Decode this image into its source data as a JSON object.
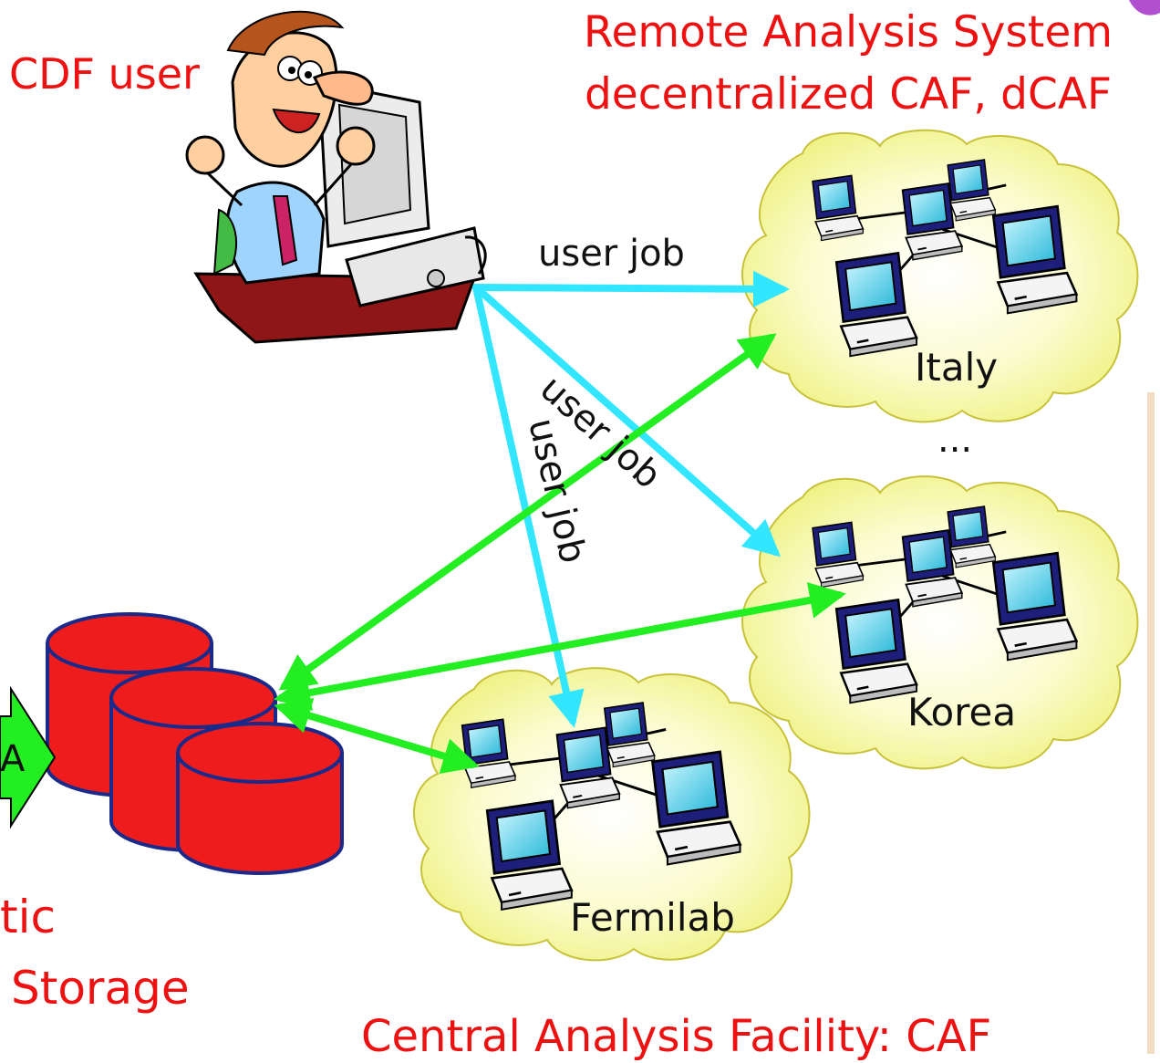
{
  "labels": {
    "cdf_user": "CDF user",
    "remote_line1": "Remote Analysis System",
    "remote_line2": "decentralized CAF, dCAF",
    "central": "Central Analysis Facility: CAF",
    "storage_partial_1": "tic",
    "storage_partial_2": "Storage",
    "arrow_partial": "A",
    "ellipsis": "..."
  },
  "sites": {
    "italy": "Italy",
    "korea": "Korea",
    "fermilab": "Fermilab"
  },
  "edges": {
    "user_job_italy": "user job",
    "user_job_korea": "user job",
    "user_job_fermilab": "user job"
  },
  "colors": {
    "title_red": "#ee1111",
    "user_job_arrow": "#33e6ff",
    "data_arrow": "#22ee22",
    "cloud_fill": "#f8fbb8",
    "disk_red": "#ee1c1c",
    "disk_outline": "#1a2a8a"
  }
}
